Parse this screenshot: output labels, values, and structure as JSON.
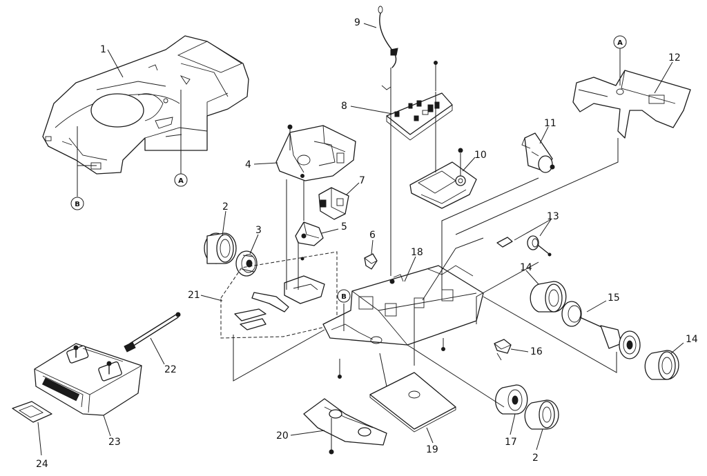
{
  "callouts": {
    "c1": "1",
    "c2a": "2",
    "c2b": "2",
    "c3": "3",
    "c4": "4",
    "c5": "5",
    "c6": "6",
    "c7": "7",
    "c8": "8",
    "c9": "9",
    "c10": "10",
    "c11": "11",
    "c12": "12",
    "c13": "13",
    "c14a": "14",
    "c14b": "14",
    "c15": "15",
    "c16": "16",
    "c17": "17",
    "c18": "18",
    "c19": "19",
    "c20": "20",
    "c21": "21",
    "c22": "22",
    "c23": "23",
    "c24": "24"
  },
  "refs": {
    "a1": "A",
    "a2": "A",
    "b1": "B",
    "b2": "B"
  }
}
